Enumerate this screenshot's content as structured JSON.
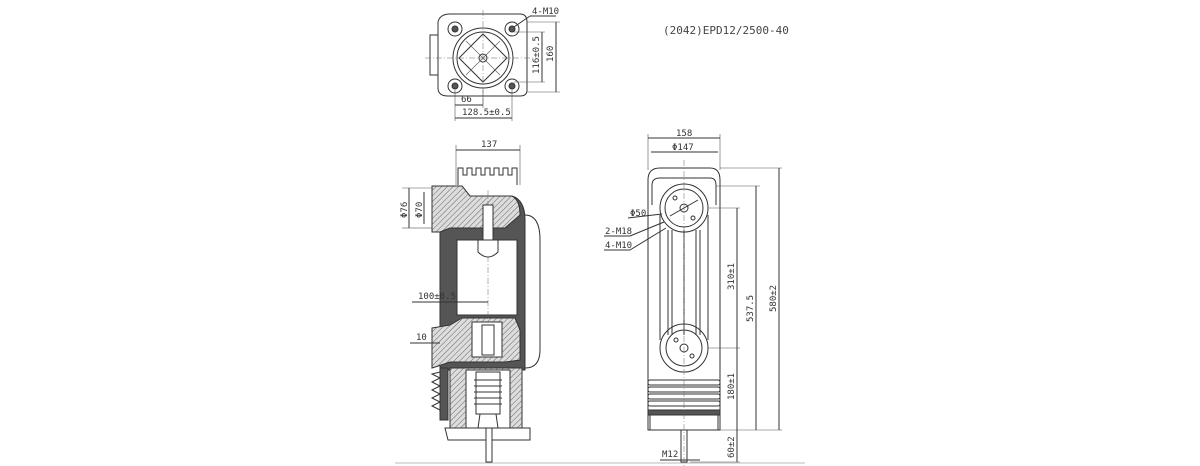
{
  "title": "(2042)EPD12/2500-40",
  "top_view": {
    "bolt_label": "4-M10",
    "dim_height_outer": "160",
    "dim_height_inner": "116±0.5",
    "dim_width_half": "66",
    "dim_width_full": "128.5±0.5"
  },
  "section_view": {
    "dim_width": "137",
    "dim_dia_outer": "Φ76",
    "dim_dia_inner": "Φ70",
    "dim_center": "100±0.5",
    "dim_thickness": "10"
  },
  "front_view": {
    "dim_width_outer": "158",
    "dim_width_dia": "Φ147",
    "label_dia": "Φ50",
    "label_thread_1": "2-M18",
    "label_thread_2": "4-M10",
    "dim_total": "580±2",
    "dim_mid": "537.5",
    "dim_upper": "310±1",
    "dim_lower": "180±1",
    "dim_rod": "60±2",
    "label_rod_thread": "M12"
  },
  "colors": {
    "line": "#333333",
    "fill_dark": "#555555"
  }
}
